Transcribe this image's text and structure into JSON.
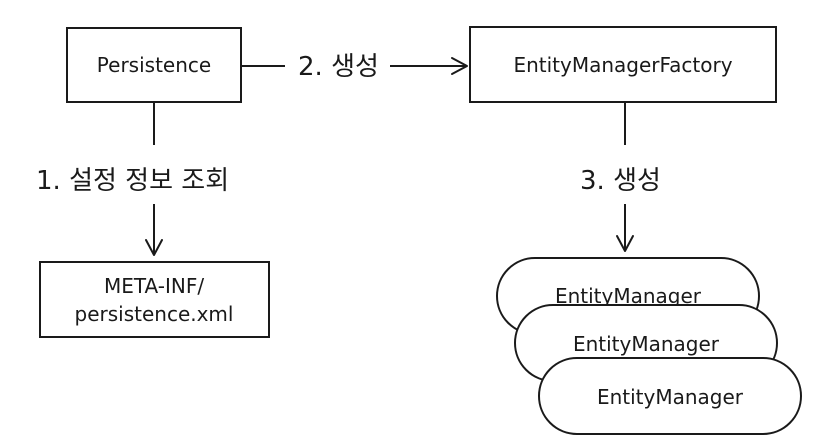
{
  "nodes": {
    "persistence": {
      "label": "Persistence"
    },
    "factory": {
      "label": "EntityManagerFactory"
    },
    "meta_inf": {
      "line1": "META-INF/",
      "line2": "persistence.xml"
    },
    "entity_managers": [
      {
        "label": "EntityManager"
      },
      {
        "label": "EntityManager"
      },
      {
        "label": "EntityManager"
      }
    ]
  },
  "edges": {
    "create_factory": {
      "label": "2. 생성"
    },
    "read_config": {
      "label": "1. 설정 정보 조회"
    },
    "create_manager": {
      "label": "3. 생성"
    }
  },
  "colors": {
    "ink": "#1a1a1a",
    "background": "#ffffff"
  }
}
